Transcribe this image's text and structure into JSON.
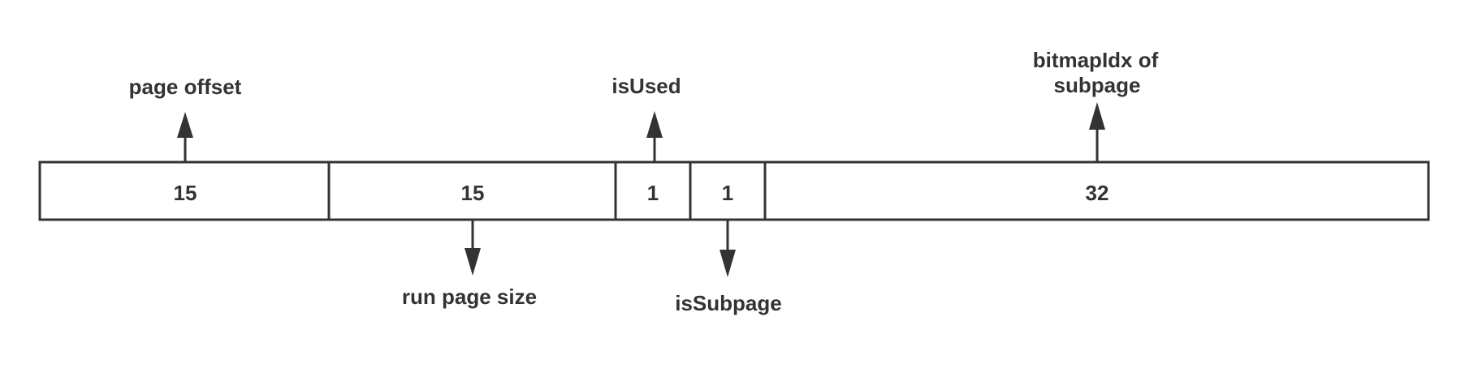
{
  "fields": [
    {
      "id": "page-offset-field",
      "value": "15",
      "bits": 15
    },
    {
      "id": "run-page-size-field",
      "value": "15",
      "bits": 15
    },
    {
      "id": "is-used-field",
      "value": "1",
      "bits": 1
    },
    {
      "id": "is-subpage-field",
      "value": "1",
      "bits": 1
    },
    {
      "id": "bitmap-idx-field",
      "value": "32",
      "bits": 32
    }
  ],
  "labels": {
    "page_offset": "page offset",
    "run_page_size": "run page size",
    "is_used": "isUsed",
    "is_subpage": "isSubpage",
    "bitmap_idx_line1": "bitmapIdx of",
    "bitmap_idx_line2": "subpage"
  },
  "colors": {
    "stroke": "#333333",
    "text": "#333333",
    "background": "#ffffff"
  }
}
